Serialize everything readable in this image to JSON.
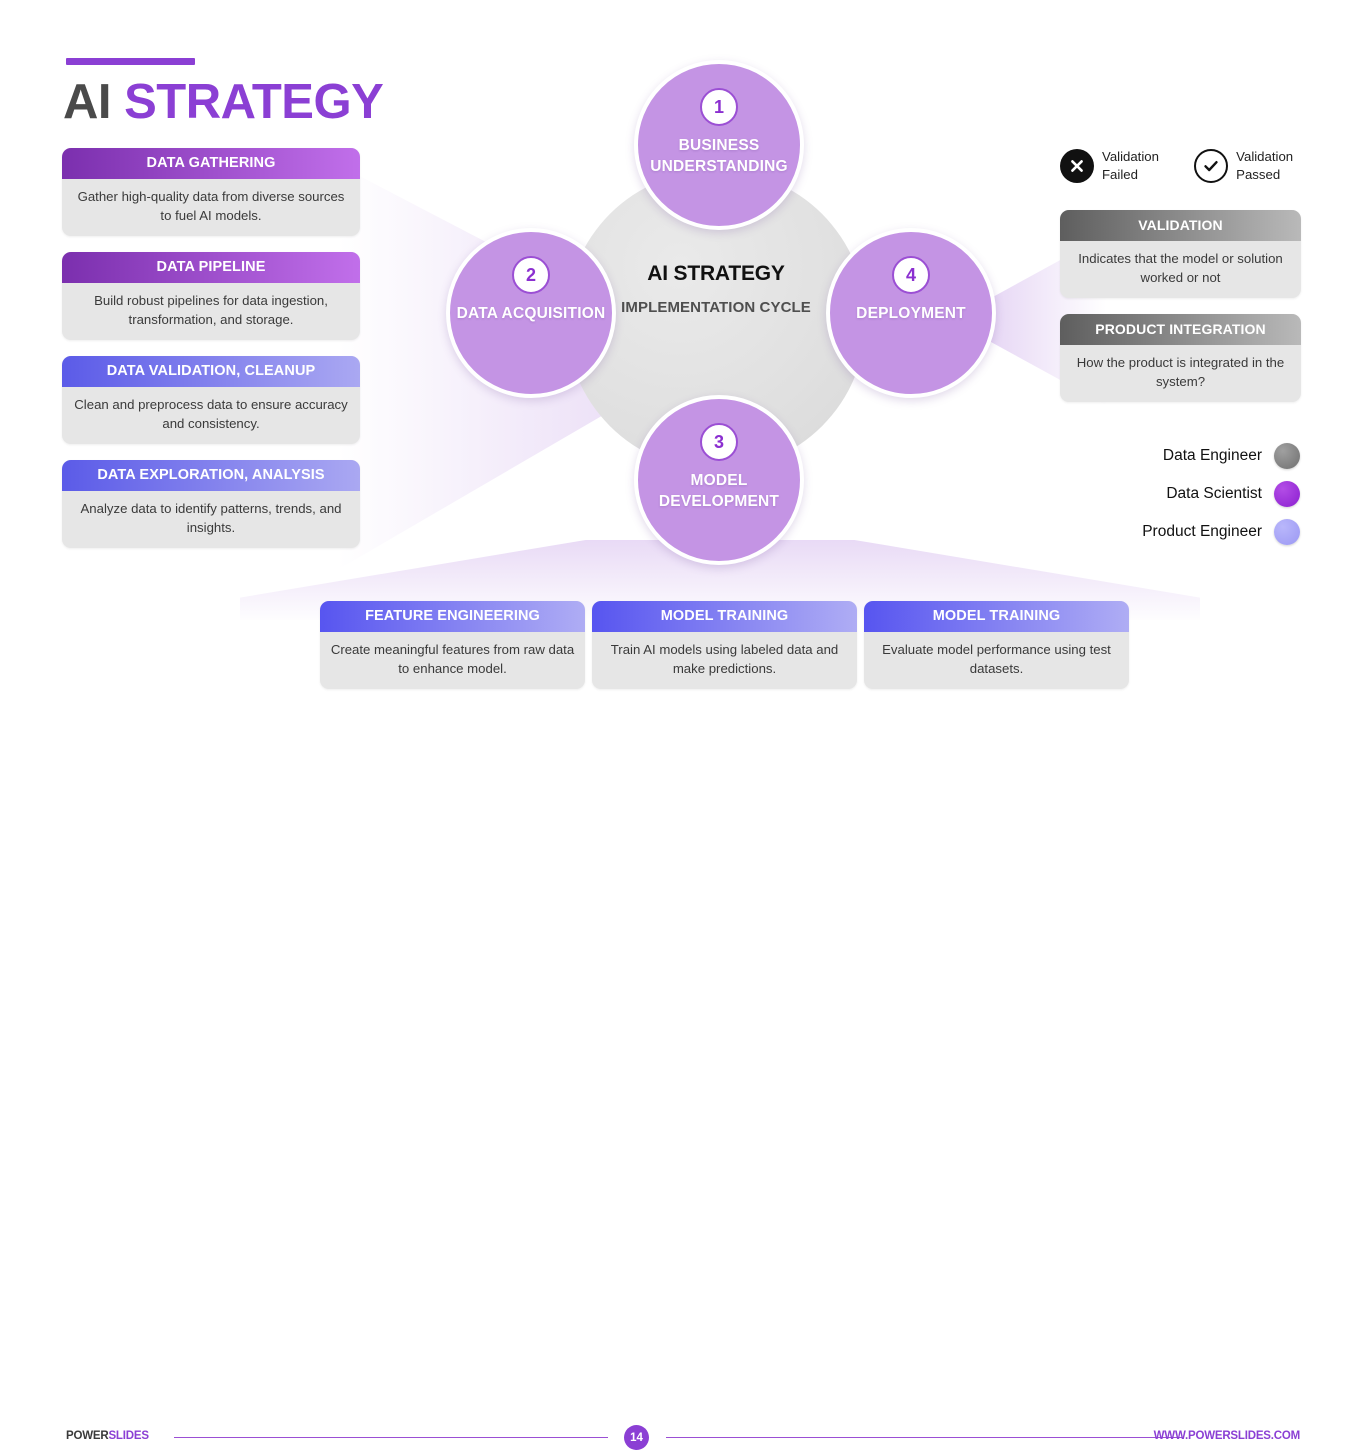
{
  "title": {
    "prefix": "AI ",
    "accent": "STRATEGY"
  },
  "hub": {
    "title": "AI STRATEGY",
    "subtitle": "IMPLEMENTATION CYCLE"
  },
  "nodes": [
    {
      "number": "1",
      "label": "BUSINESS UNDERSTANDING"
    },
    {
      "number": "2",
      "label": "DATA ACQUISITION"
    },
    {
      "number": "3",
      "label": "MODEL DEVELOPMENT"
    },
    {
      "number": "4",
      "label": "DEPLOYMENT"
    }
  ],
  "left_cards": [
    {
      "heading": "DATA GATHERING",
      "body": "Gather high-quality data from diverse sources to fuel AI models."
    },
    {
      "heading": "DATA PIPELINE",
      "body": "Build robust pipelines for data ingestion, transformation, and storage."
    },
    {
      "heading": "DATA VALIDATION, CLEANUP",
      "body": "Clean and preprocess data to ensure accuracy and consistency."
    },
    {
      "heading": "DATA EXPLORATION, ANALYSIS",
      "body": "Analyze data to identify patterns, trends, and insights."
    }
  ],
  "right_cards": [
    {
      "heading": "VALIDATION",
      "body": "Indicates that the model or solution worked or not"
    },
    {
      "heading": "PRODUCT INTEGRATION",
      "body": "How the product is integrated in the system?"
    }
  ],
  "bottom_cards": [
    {
      "heading": "FEATURE ENGINEERING",
      "body": "Create meaningful features from raw data to enhance model."
    },
    {
      "heading": "MODEL TRAINING",
      "body": "Train AI models using labeled data and make predictions."
    },
    {
      "heading": "MODEL TRAINING",
      "body": "Evaluate model performance using test datasets."
    }
  ],
  "status": [
    {
      "icon": "x-mark-icon",
      "label": "Validation Failed"
    },
    {
      "icon": "check-mark-icon",
      "label": "Validation Passed"
    }
  ],
  "legend": [
    {
      "label": "Data Engineer",
      "color": "#6f6f6f"
    },
    {
      "label": "Data Scientist",
      "color": "#8B1FD0"
    },
    {
      "label": "Product Engineer",
      "color": "#9b98f3"
    }
  ],
  "footer": {
    "brand_dark": "POWER",
    "brand_accent": "SLIDES",
    "page_number": "14",
    "website": "WWW.POWERSLIDES.COM"
  },
  "colors": {
    "accent_purple": "#8B3FD4",
    "node_fill": "#C494E4",
    "violet": "#5B5BE8",
    "gray_header": "#5e5e5e"
  }
}
